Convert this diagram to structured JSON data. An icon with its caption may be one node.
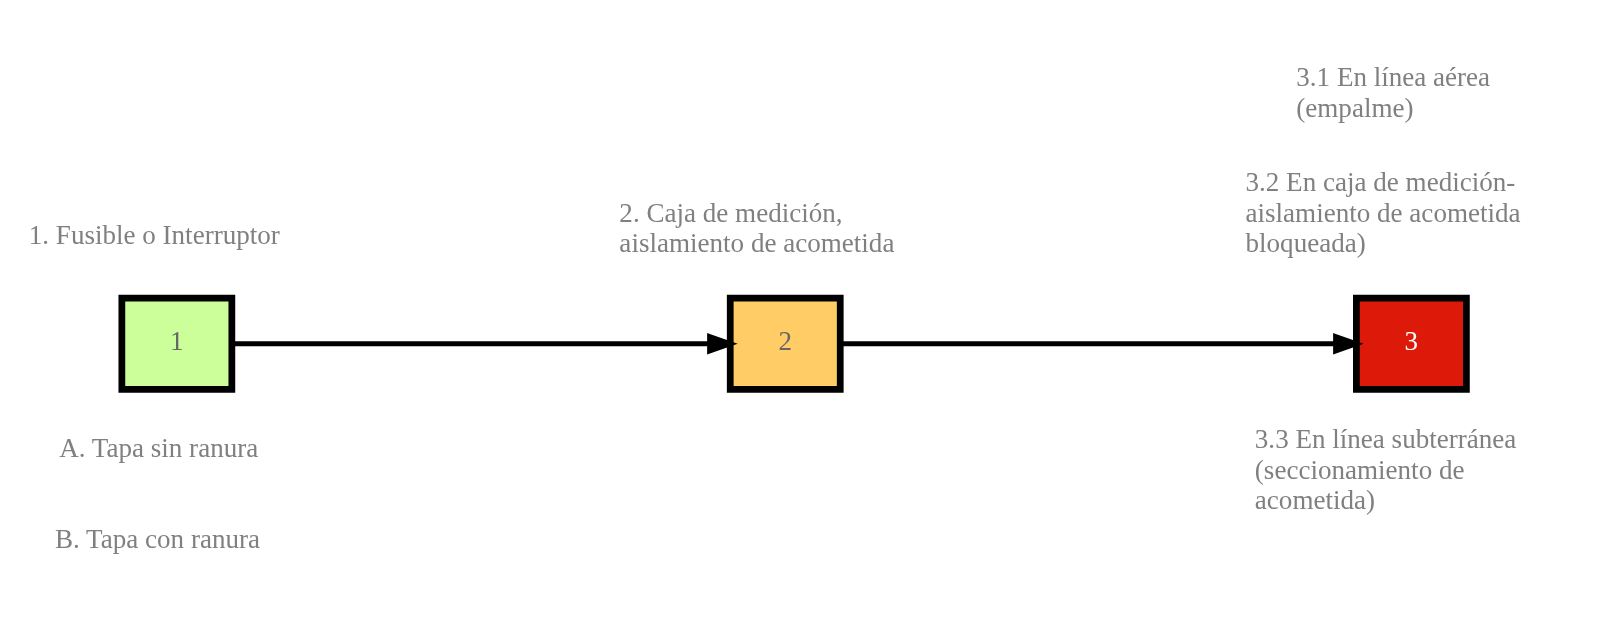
{
  "diagram": {
    "nodes": [
      {
        "text": [
          "1"
        ],
        "beside": [
          "1. Fusible o Interruptor",
          "A. Tapa sin ranura",
          "B. Tapa con ranura"
        ]
      },
      {
        "text": [
          "2"
        ],
        "beside": [
          "2. Caja de medición, aislamiento de acometida"
        ]
      },
      {
        "text": [
          "3"
        ],
        "beside": [
          "3.1 En línea aérea (empalme)",
          "3.2 En caja de medición- aislamiento de acometida bloqueada)",
          "3.3 En línea subterránea (seccionamiento de acometida)"
        ]
      }
    ],
    "edges": [
      {
        "from": 0,
        "to": 1,
        "arrow": "to"
      },
      {
        "from": 1,
        "to": 2,
        "arrow": "to"
      }
    ]
  }
}
